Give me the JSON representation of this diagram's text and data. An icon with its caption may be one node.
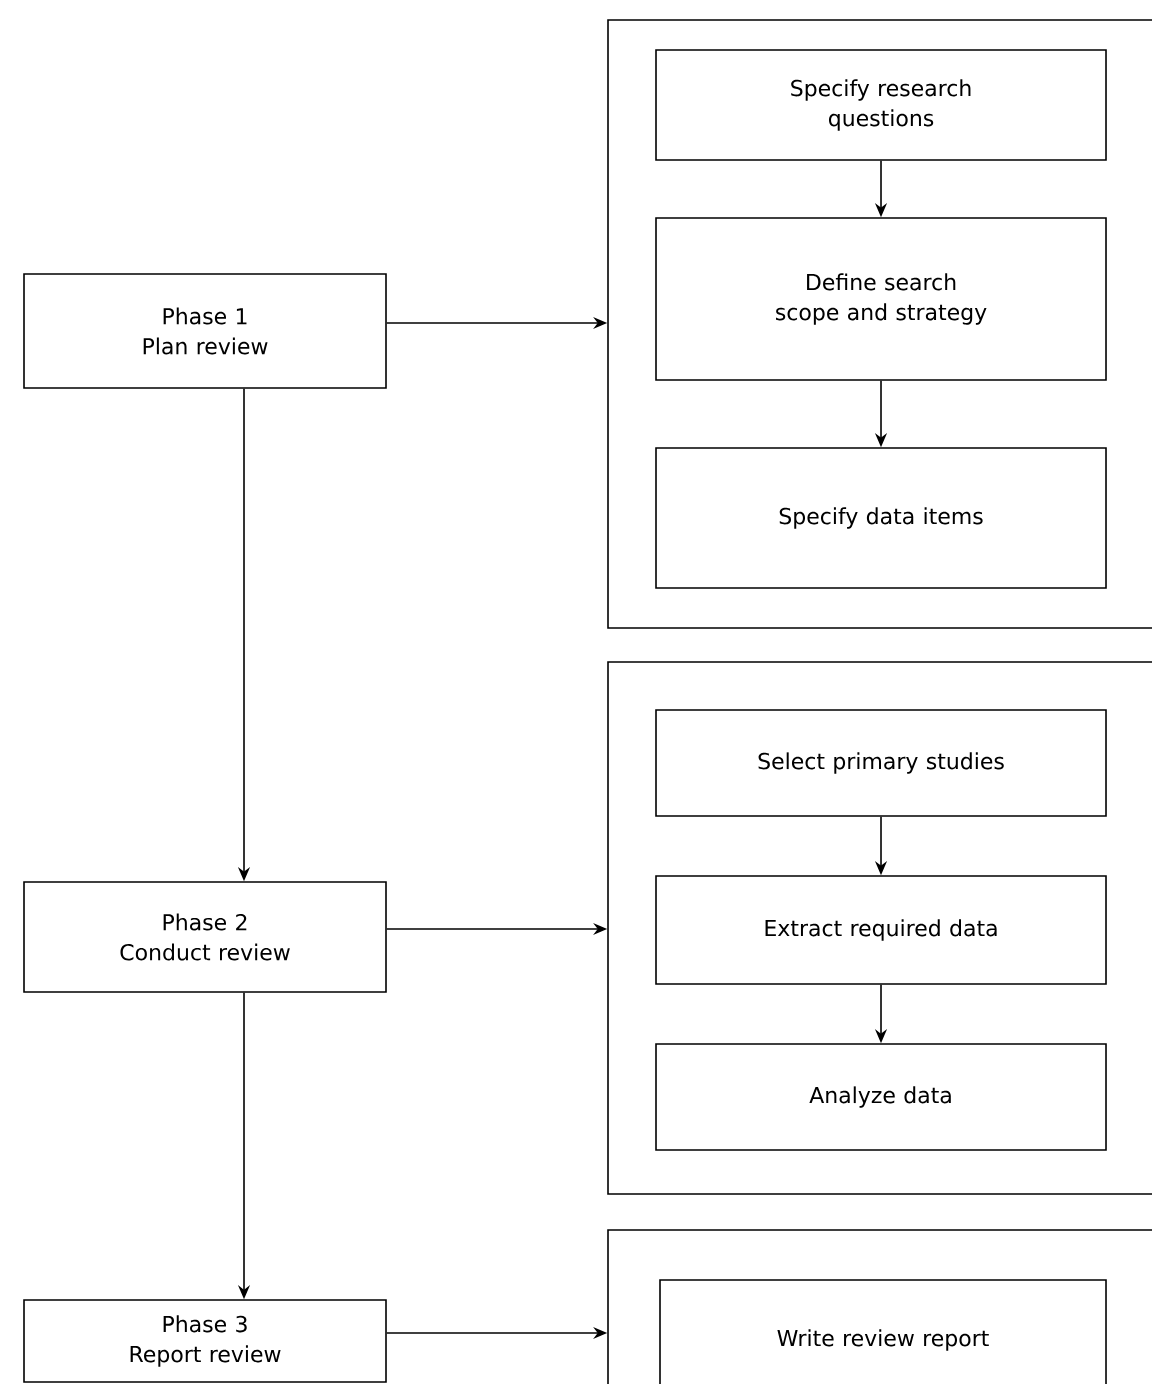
{
  "diagram": {
    "nodes": [
      {
        "text": [
          "Phase 1 Plan review"
        ]
      },
      {
        "text": [],
        "shape": "box"
      },
      {
        "text": [
          "Specify research questions"
        ],
        "in": 1
      },
      {
        "text": [
          "Define search scope and strategy"
        ],
        "in": 1
      },
      {
        "text": [
          "Specify data items"
        ],
        "in": 1
      },
      {
        "text": [
          "Phase 2 Conduct review"
        ]
      },
      {
        "text": [],
        "shape": "box"
      },
      {
        "text": [
          "Select primary studies"
        ],
        "in": 6
      },
      {
        "text": [
          "Extract required data"
        ],
        "in": 6
      },
      {
        "text": [
          "Analyze data"
        ],
        "in": 6
      },
      {
        "text": [
          "Phase 3 Report review"
        ]
      },
      {
        "text": [],
        "shape": "box"
      },
      {
        "text": [
          "Write review report"
        ],
        "in": 11
      }
    ],
    "edges": [
      {
        "from": 0,
        "to": 1,
        "arrow": "to"
      },
      {
        "from": 2,
        "to": 3,
        "arrow": "to"
      },
      {
        "from": 3,
        "to": 4,
        "arrow": "to"
      },
      {
        "from": 0,
        "to": 5,
        "arrow": "to"
      },
      {
        "from": 5,
        "to": 6,
        "arrow": "to"
      },
      {
        "from": 7,
        "to": 8,
        "arrow": "to"
      },
      {
        "from": 8,
        "to": 9,
        "arrow": "to"
      },
      {
        "from": 5,
        "to": 10,
        "arrow": "to"
      },
      {
        "from": 10,
        "to": 11,
        "arrow": "to"
      }
    ]
  }
}
